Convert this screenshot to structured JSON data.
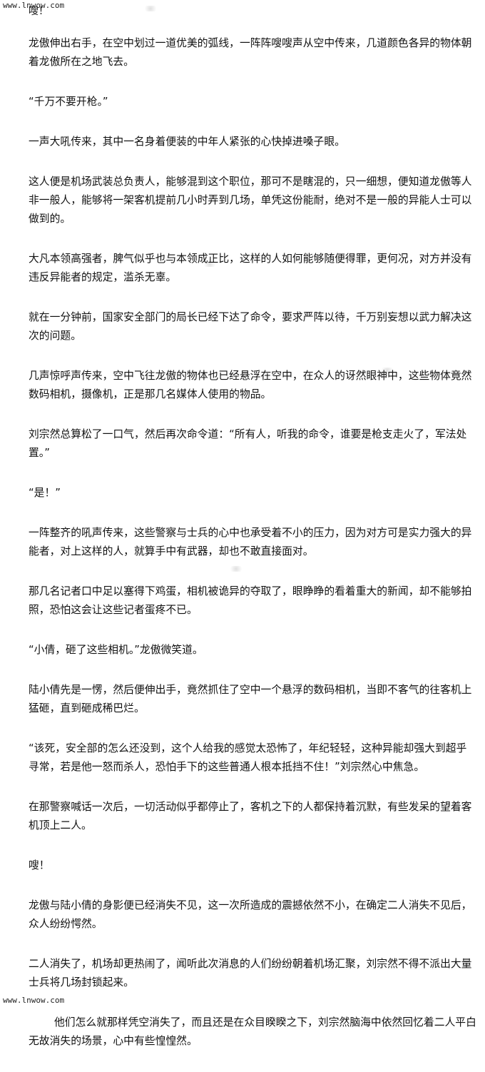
{
  "watermark": {
    "top": "www.lnwow.com",
    "bottom": "www.lnwow.com"
  },
  "top_fragment": "嗖！",
  "paragraphs": [
    "龙傲伸出右手，在空中划过一道优美的弧线，一阵阵嗖嗖声从空中传来，几道颜色各异的物体朝着龙傲所在之地飞去。",
    "“千万不要开枪。”",
    "一声大吼传来，其中一名身着便装的中年人紧张的心快掉进嗓子眼。",
    "这人便是机场武装总负责人，能够混到这个职位，那可不是瞎混的，只一细想，便知道龙傲等人非一般人，能够将一架客机提前几小时弄到几场，单凭这份能耐，绝对不是一般的异能人士可以做到的。",
    "大凡本领高强者，脾气似乎也与本领成正比，这样的人如何能够随便得罪，更何况，对方并没有违反异能者的规定，滥杀无辜。",
    "就在一分钟前，国家安全部门的局长已经下达了命令，要求严阵以待，千万别妄想以武力解决这次的问题。",
    "几声惊呼声传来，空中飞往龙傲的物体也已经悬浮在空中，在众人的讶然眼神中，这些物体竟然数码相机，摄像机，正是那几名媒体人使用的物品。",
    "刘宗然总算松了一口气，然后再次命令道：“所有人，听我的命令，谁要是枪支走火了，军法处置。”",
    "“是！”",
    "一阵整齐的吼声传来，这些警察与士兵的心中也承受着不小的压力，因为对方可是实力强大的异能者，对上这样的人，就算手中有武器，却也不敢直接面对。",
    "那几名记者口中足以塞得下鸡蛋，相机被诡异的夺取了，眼睁睁的看着重大的新闻，却不能够拍照，恐怕这会让这些记者蛋疼不已。",
    "“小倩，砸了这些相机。”龙傲微笑道。",
    "陆小倩先是一愣，然后便伸出手，竟然抓住了空中一个悬浮的数码相机，当即不客气的往客机上猛砸，直到砸成稀巴烂。",
    "“该死，安全部的怎么还没到，这个人给我的感觉太恐怖了，年纪轻轻，这种异能却强大到超乎寻常，若是他一怒而杀人，恐怕手下的这些普通人根本抵挡不住！”刘宗然心中焦急。",
    "在那警察喊话一次后，一切活动似乎都停止了，客机之下的人都保持着沉默，有些发呆的望着客机顶上二人。",
    "嗖！",
    "龙傲与陆小倩的身影便已经消失不见，这一次所造成的震撼依然不小，在确定二人消失不见后，众人纷纷愕然。",
    "二人消失了，机场却更热闹了，闻听此次消息的人们纷纷朝着机场汇聚，刘宗然不得不派出大量士兵将几场封锁起来。",
    "他们怎么就那样凭空消失了，而且还是在众目睽睽之下，刘宗然脑海中依然回忆着二人平白无故消失的场景，心中有些惶惶然。"
  ]
}
